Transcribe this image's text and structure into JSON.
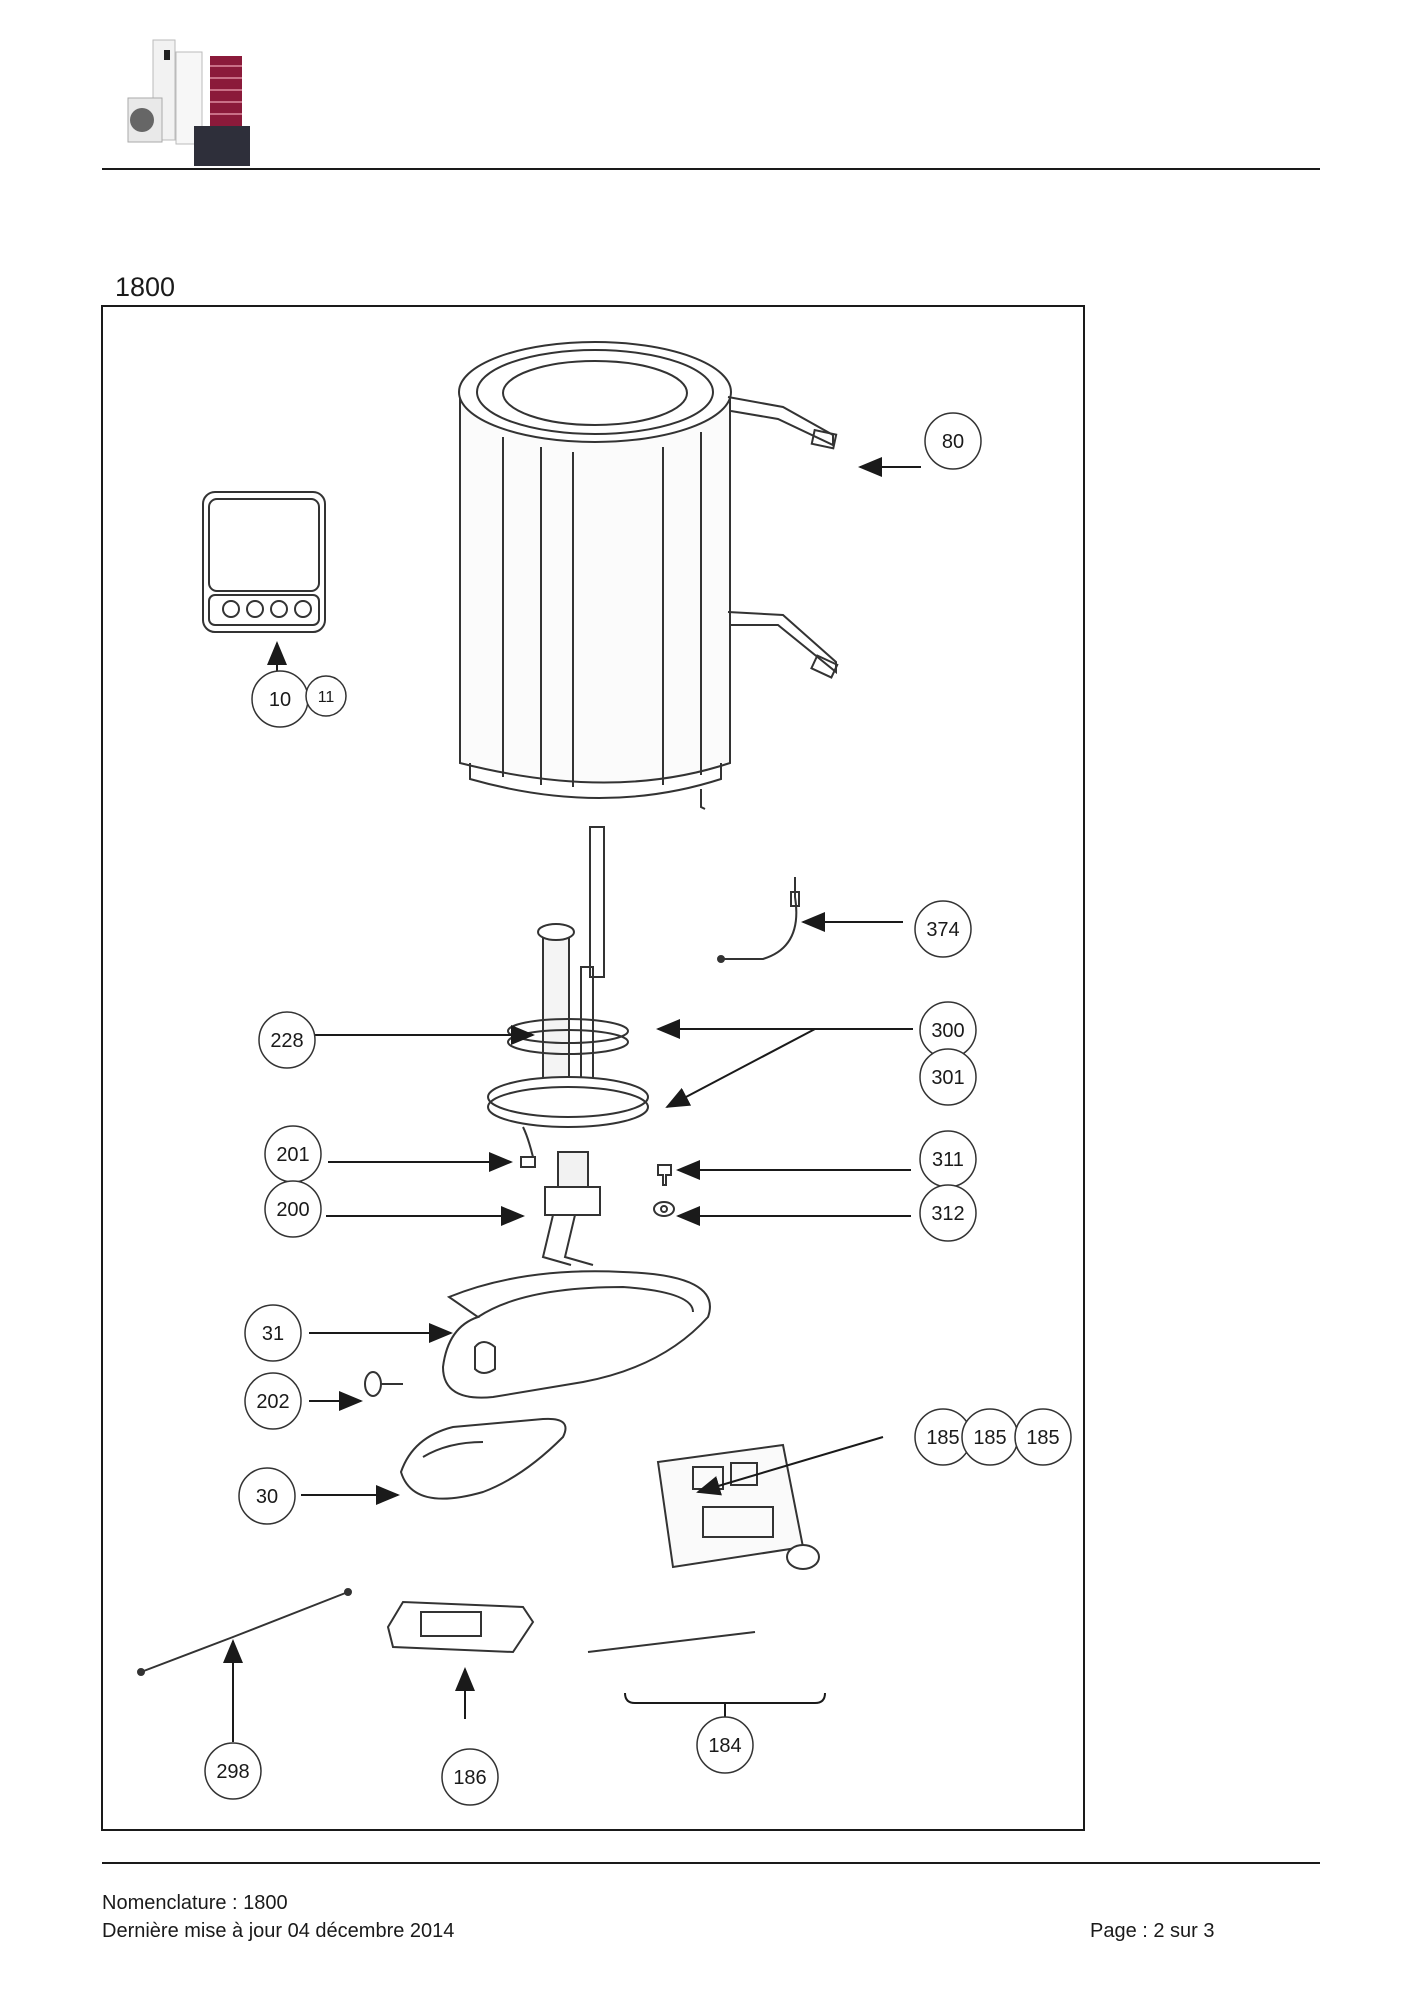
{
  "document": {
    "title": "1800"
  },
  "diagram": {
    "callouts": [
      {
        "id": "c80",
        "label": "80"
      },
      {
        "id": "c10",
        "label": "10"
      },
      {
        "id": "c11",
        "label": "11"
      },
      {
        "id": "c374",
        "label": "374"
      },
      {
        "id": "c228",
        "label": "228"
      },
      {
        "id": "c300",
        "label": "300"
      },
      {
        "id": "c301",
        "label": "301"
      },
      {
        "id": "c201",
        "label": "201"
      },
      {
        "id": "c311",
        "label": "311"
      },
      {
        "id": "c200",
        "label": "200"
      },
      {
        "id": "c312",
        "label": "312"
      },
      {
        "id": "c31",
        "label": "31"
      },
      {
        "id": "c202",
        "label": "202"
      },
      {
        "id": "c185a",
        "label": "185"
      },
      {
        "id": "c185b",
        "label": "185"
      },
      {
        "id": "c185c",
        "label": "185"
      },
      {
        "id": "c30",
        "label": "30"
      },
      {
        "id": "c298",
        "label": "298"
      },
      {
        "id": "c186",
        "label": "186"
      },
      {
        "id": "c184",
        "label": "184"
      }
    ]
  },
  "footer": {
    "nomenclature": "Nomenclature : 1800",
    "updated": "Dernière mise à jour 04 décembre 2014",
    "page": "Page : 2 sur 3"
  },
  "colors": {
    "logo_accent": "#8b1a3a",
    "logo_dark": "#2e2f3a",
    "line": "#1a1a1a"
  }
}
